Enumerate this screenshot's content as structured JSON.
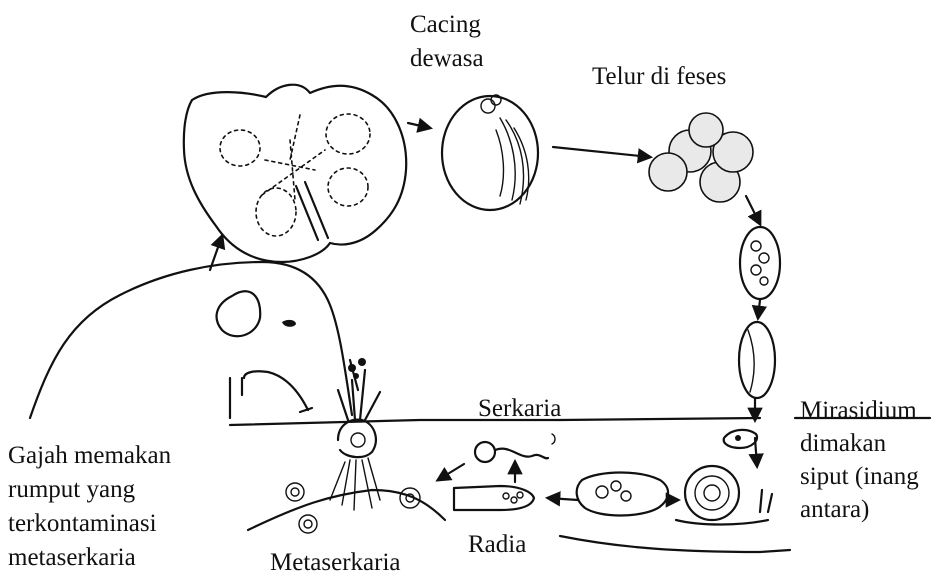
{
  "title": {
    "line1": "Cacing",
    "line2": "dewasa"
  },
  "stages": {
    "eggs_label": "Telur di feses",
    "miracidium_label": {
      "line1": "Mirasidium",
      "line2": "dimakan",
      "line3": "siput (inang",
      "line4": "antara)"
    },
    "cercaria_label": "Serkaria",
    "redia_label": "Radia",
    "metacercaria_label": "Metaserkaria",
    "host_label": {
      "line1": "Gajah memakan",
      "line2": "rumput yang",
      "line3": "terkontaminasi",
      "line4": "metaserkaria"
    }
  },
  "colors": {
    "ink": "#111111",
    "background": "#ffffff",
    "egg_fill": "#e9e9e9"
  }
}
